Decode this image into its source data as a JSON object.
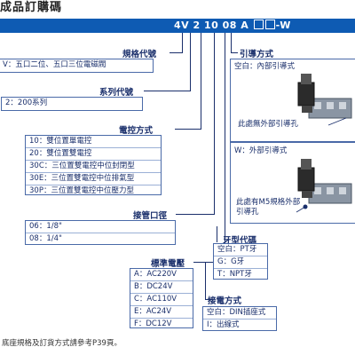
{
  "title": "成品訂購碼",
  "order_code": {
    "text": "4V 2 10 08 A",
    "suffix": "-W"
  },
  "spec": {
    "label": "規格代號",
    "items": [
      "V：五口二位、五口三位電磁閥"
    ]
  },
  "series": {
    "label": "系列代號",
    "items": [
      "2：200系列"
    ]
  },
  "control": {
    "label": "電控方式",
    "items": [
      "10：雙位置單電控",
      "20：雙位置雙電控",
      "30C：三位置雙電控中位封閉型",
      "30E：三位置雙電控中位排氣型",
      "30P：三位置雙電控中位壓力型"
    ]
  },
  "port": {
    "label": "接管口徑",
    "items": [
      "06：1/8\"",
      "08：1/4\""
    ]
  },
  "voltage": {
    "label": "標準電壓",
    "items": [
      "A：AC220V",
      "B：DC24V",
      "C：AC110V",
      "E：AC24V",
      "F：DC12V"
    ]
  },
  "pilot": {
    "label": "引導方式",
    "internal": "空白：內部引導式",
    "internal_note": "此處無外部引導孔",
    "external": "W：外部引導式",
    "external_note": "此處有M5規格外部引導孔"
  },
  "thread": {
    "label": "牙型代碼",
    "items": [
      "空白：PT牙",
      "G：G牙",
      "T：NPT牙"
    ]
  },
  "connection": {
    "label": "接電方式",
    "items": [
      "空白：DIN插座式",
      "I：出線式"
    ]
  },
  "footnote": "底座規格及訂貨方式請參考P39頁。"
}
